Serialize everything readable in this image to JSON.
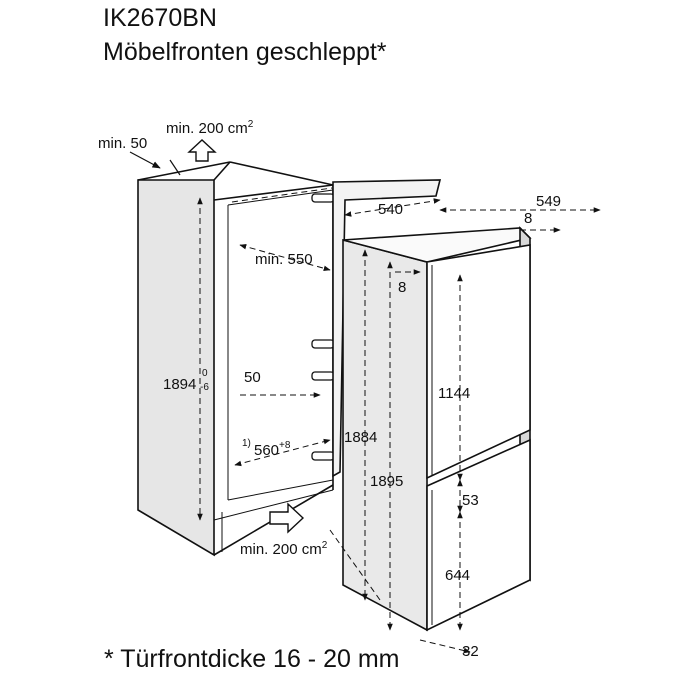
{
  "header": {
    "model": "IK2670BN",
    "subtitle": "Möbelfronten geschleppt*"
  },
  "labels": {
    "vent_top_min_depth": "min. 50",
    "vent_top_area": "min. 200 cm",
    "vent_top_area_sup": "2",
    "niche_depth_min": "min. 550",
    "niche_height": "1894",
    "niche_height_tol_upper": "0",
    "niche_height_tol_lower": "-6",
    "plinth_offset": "50",
    "niche_width_note": "1)",
    "niche_width": "560",
    "niche_width_tol": "+8",
    "vent_bottom_area": "min. 200 cm",
    "vent_bottom_area_sup": "2",
    "appliance_width": "540",
    "total_depth": "549",
    "top_gap": "8",
    "door_gap_side": "8",
    "appliance_height": "1884",
    "total_height": "1895",
    "upper_door_height": "1144",
    "door_gap_middle": "53",
    "lower_door_height": "644",
    "bottom_gap": "32"
  },
  "footnote": "* Türfrontdicke 16 - 20 mm"
}
